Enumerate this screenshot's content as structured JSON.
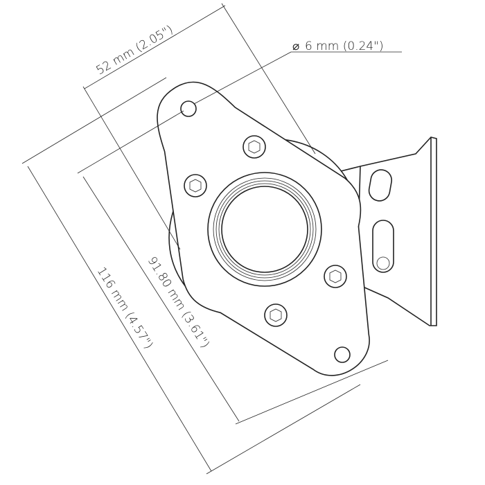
{
  "dimensions": {
    "width": "52 mm (2.05\")",
    "hole_diameter_symbol": "⌀",
    "hole_diameter": "6 mm (0.24\")",
    "hole_spacing": "91.80 mm (3.61\")",
    "overall_length": "116 mm (4.57\")"
  },
  "colors": {
    "line": "#222222",
    "background": "#ffffff"
  }
}
